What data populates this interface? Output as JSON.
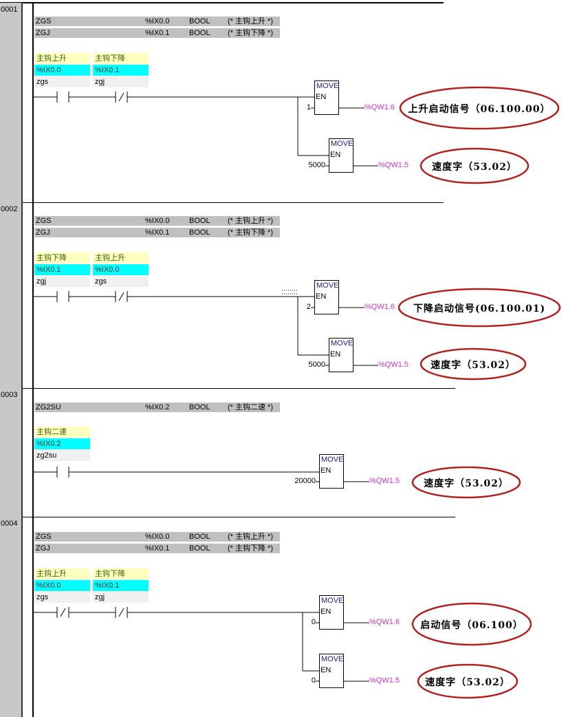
{
  "networks": [
    {
      "number": "0001",
      "variables": [
        {
          "name": "ZGS",
          "address": "%IX0.0",
          "type": "BOOL",
          "comment": "(* 主钩上升 *)"
        },
        {
          "name": "ZGJ",
          "address": "%IX0.1",
          "type": "BOOL",
          "comment": "(* 主钩下降 *)"
        }
      ],
      "contacts": [
        {
          "comment": "主钩上升",
          "address": "%IX0.0",
          "symbol": "zgs",
          "kind": "NO"
        },
        {
          "comment": "主钩下降",
          "address": "%IX0.1",
          "symbol": "zgj",
          "kind": "NC"
        }
      ],
      "blocks": [
        {
          "title": "MOVE",
          "en": "EN",
          "input": "1",
          "output": "%QW1.6",
          "note": "上升启动信号（06.100.00）"
        },
        {
          "title": "MOVE",
          "en": "EN",
          "input": "5000",
          "output": "%QW1.5",
          "note": "速度字（53.02）"
        }
      ]
    },
    {
      "number": "0002",
      "variables": [
        {
          "name": "ZGS",
          "address": "%IX0.0",
          "type": "BOOL",
          "comment": "(* 主钩上升 *)"
        },
        {
          "name": "ZGJ",
          "address": "%IX0.1",
          "type": "BOOL",
          "comment": "(* 主钩下降 *)"
        }
      ],
      "contacts": [
        {
          "comment": "主钩下降",
          "address": "%IX0.1",
          "symbol": "zgj",
          "kind": "NO"
        },
        {
          "comment": "主钩上升",
          "address": "%IX0.0",
          "symbol": "zgs",
          "kind": "NC"
        }
      ],
      "blocks": [
        {
          "title": "MOVE",
          "en": "EN",
          "input": "2",
          "output": "%QW1.6",
          "note": "下降启动信号(06.100.01)"
        },
        {
          "title": "MOVE",
          "en": "EN",
          "input": "5000",
          "output": "%QW1.5",
          "note": "速度字（53.02）"
        }
      ]
    },
    {
      "number": "0003",
      "variables": [
        {
          "name": "ZG2SU",
          "address": "%IX0.2",
          "type": "BOOL",
          "comment": "(* 主钩二速 *)"
        }
      ],
      "contacts": [
        {
          "comment": "主钩二速",
          "address": "%IX0.2",
          "symbol": "zg2su",
          "kind": "NO"
        }
      ],
      "blocks": [
        {
          "title": "MOVE",
          "en": "EN",
          "input": "20000",
          "output": "%QW1.5",
          "note": "速度字（53.02）"
        }
      ]
    },
    {
      "number": "0004",
      "variables": [
        {
          "name": "ZGS",
          "address": "%IX0.0",
          "type": "BOOL",
          "comment": "(* 主钩上升 *)"
        },
        {
          "name": "ZGJ",
          "address": "%IX0.1",
          "type": "BOOL",
          "comment": "(* 主钩下降 *)"
        }
      ],
      "contacts": [
        {
          "comment": "主钩上升",
          "address": "%IX0.0",
          "symbol": "zgs",
          "kind": "NC"
        },
        {
          "comment": "主钩下降",
          "address": "%IX0.1",
          "symbol": "zgj",
          "kind": "NC"
        }
      ],
      "blocks": [
        {
          "title": "MOVE",
          "en": "EN",
          "input": "0",
          "output": "%QW1.6",
          "note": "启动信号（06.100）"
        },
        {
          "title": "MOVE",
          "en": "EN",
          "input": "0",
          "output": "%QW1.5",
          "note": "速度字（53.02）"
        }
      ]
    }
  ],
  "colors": {
    "ellipse": "#b02020",
    "output": "#cc33cc",
    "comment_bg": "#ffffc0",
    "address_bg": "#00ffff"
  }
}
